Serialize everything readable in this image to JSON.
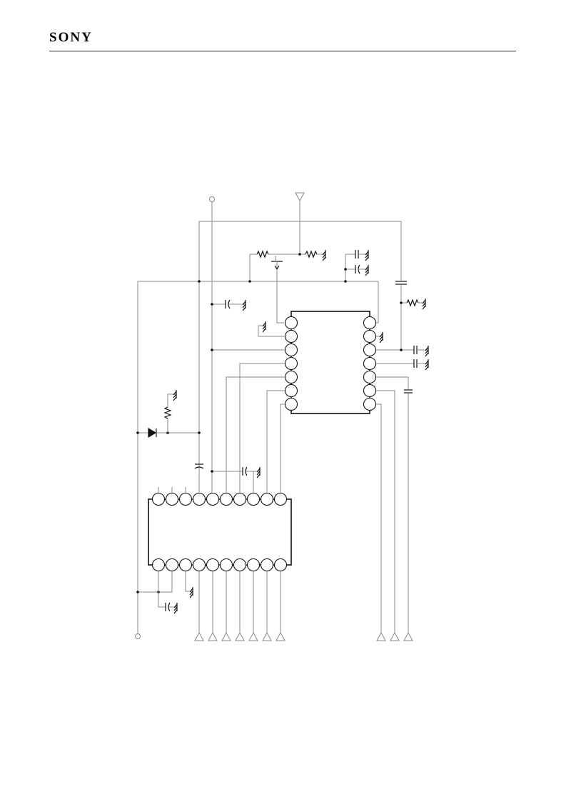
{
  "header": {
    "brand_logo": "SONY"
  },
  "schematic": {
    "upper_ic": {
      "left_pins": 7,
      "right_pins": 7
    },
    "lower_ic": {
      "top_pins": 10,
      "bottom_pins": 10
    },
    "output_terminals_left": 7,
    "output_terminals_right": 3
  }
}
